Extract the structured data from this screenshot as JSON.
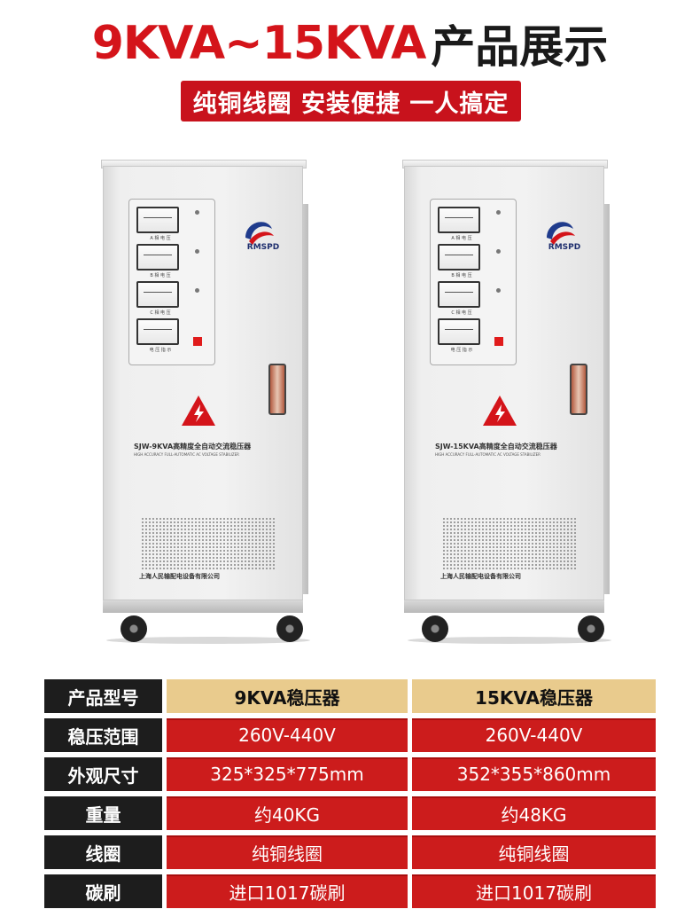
{
  "header": {
    "title_model": "9KVA~15KVA",
    "title_suffix": "产品展示",
    "tagline": "纯铜线圈 安装便捷 一人搞定"
  },
  "products": [
    {
      "brand": "RMSPD",
      "model_plate": "SJW-9KVA高精度全自动交流稳压器",
      "model_plate_en": "HIGH ACCURACY FULL-AUTOMATIC AC VOLTAGE STABILIZER",
      "company": "上海人民输配电设备有限公司",
      "meter_labels": [
        "A 相 电 压",
        "B 相 电 压",
        "C 相 电 压",
        "电 压 指 示"
      ]
    },
    {
      "brand": "RMSPD",
      "model_plate": "SJW-15KVA高精度全自动交流稳压器",
      "model_plate_en": "HIGH ACCURACY FULL-AUTOMATIC AC VOLTAGE STABILIZER",
      "company": "上海人民输配电设备有限公司",
      "meter_labels": [
        "A 相 电 压",
        "B 相 电 压",
        "C 相 电 压",
        "电 压 指 示"
      ]
    }
  ],
  "spec_table": {
    "rows": [
      {
        "label": "产品型号",
        "a": "9KVA稳压器",
        "b": "15KVA稳压器"
      },
      {
        "label": "稳压范围",
        "a": "260V-440V",
        "b": "260V-440V"
      },
      {
        "label": "外观尺寸",
        "a": "325*325*775mm",
        "b": "352*355*860mm"
      },
      {
        "label": "重量",
        "a": "约40KG",
        "b": "约48KG"
      },
      {
        "label": "线圈",
        "a": "纯铜线圈",
        "b": "纯铜线圈"
      },
      {
        "label": "碳刷",
        "a": "进口1017碳刷",
        "b": "进口1017碳刷"
      }
    ]
  },
  "colors": {
    "accent_red": "#d4141a",
    "table_header_gold": "#e9cb8d",
    "table_label_black": "#1d1d1d",
    "table_body_red": "#cc1c1c"
  }
}
